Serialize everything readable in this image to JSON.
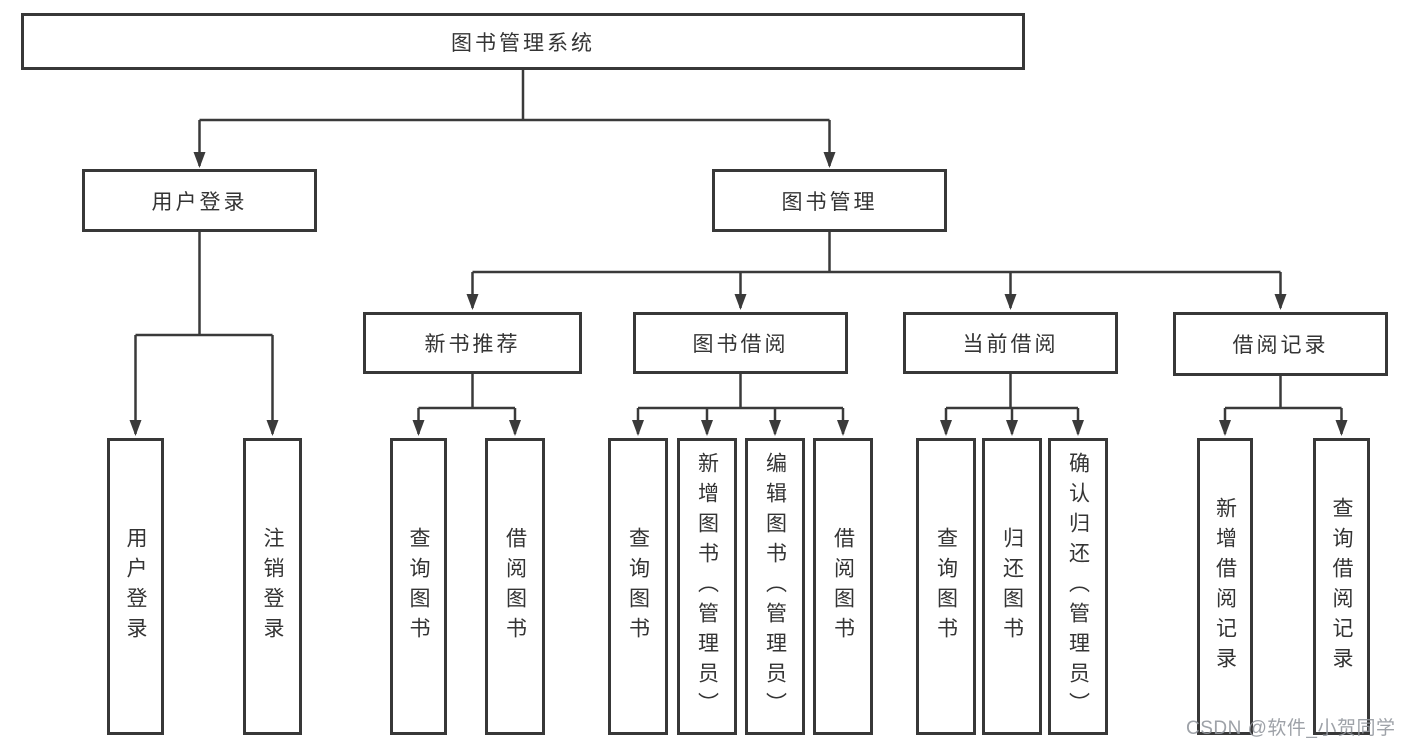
{
  "colors": {
    "box_border": "#383838",
    "connector_line": "#3a3a3a",
    "text": "#343434",
    "background": "#ffffff",
    "watermark": "#94989e"
  },
  "watermark": {
    "text": "CSDN @软件_小贺同学"
  },
  "diagram": {
    "type": "hierarchy-tree",
    "root": {
      "label": "图书管理系统",
      "children": [
        {
          "label": "用户登录",
          "children": [
            {
              "label": "用户登录"
            },
            {
              "label": "注销登录"
            }
          ]
        },
        {
          "label": "图书管理",
          "children": [
            {
              "label": "新书推荐",
              "children": [
                {
                  "label": "查询图书"
                },
                {
                  "label": "借阅图书"
                }
              ]
            },
            {
              "label": "图书借阅",
              "children": [
                {
                  "label": "查询图书"
                },
                {
                  "label": "新增图书（管理员）"
                },
                {
                  "label": "编辑图书（管理员）"
                },
                {
                  "label": "借阅图书"
                }
              ]
            },
            {
              "label": "当前借阅",
              "children": [
                {
                  "label": "查询图书"
                },
                {
                  "label": "归还图书"
                },
                {
                  "label": "确认归还（管理员）"
                }
              ]
            },
            {
              "label": "借阅记录",
              "children": [
                {
                  "label": "新增借阅记录"
                },
                {
                  "label": "查询借阅记录"
                }
              ]
            }
          ]
        }
      ]
    }
  }
}
